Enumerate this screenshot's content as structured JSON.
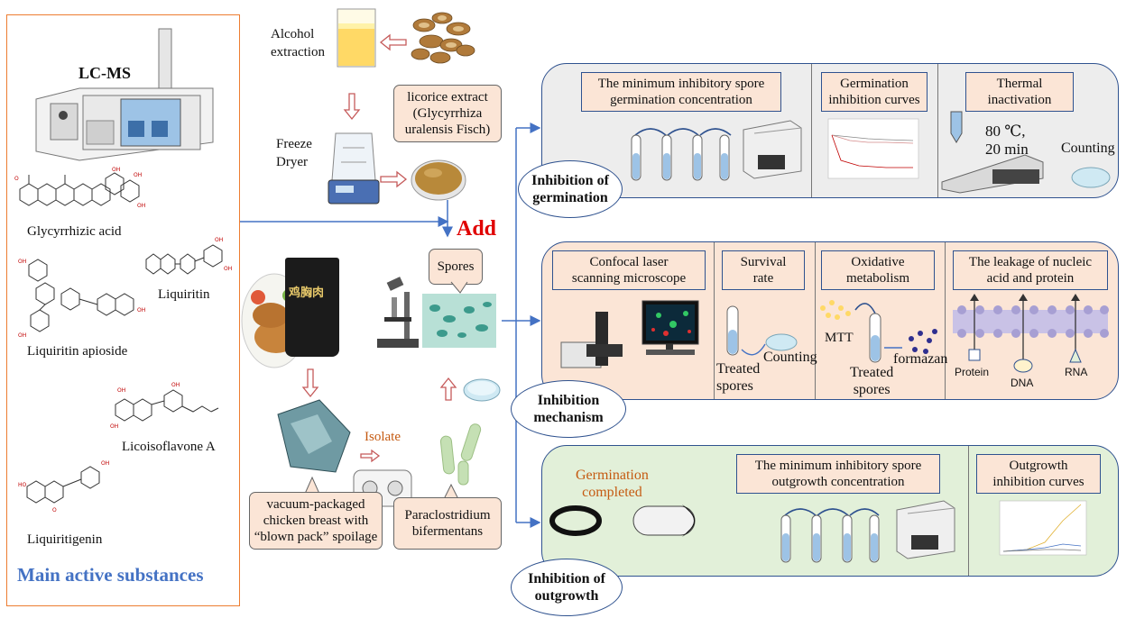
{
  "left_panel": {
    "instrument": "LC-MS",
    "compounds": [
      "Glycyrrhizic acid",
      "Liquiritin",
      "Liquiritin apioside",
      "Licoisoflavone A",
      "Liquiritigenin"
    ],
    "title": "Main active substances"
  },
  "process": {
    "alcohol_extraction": "Alcohol\nextraction",
    "licorice_extract": "licorice extract\n(Glycyrrhiza\nuralensis Fisch)",
    "freeze_dryer": "Freeze\nDryer",
    "add": "Add",
    "spores": "Spores",
    "isolate": "Isolate",
    "chicken_label": "vacuum-packaged\nchicken breast with\n“blown pack” spoilage",
    "bacterium": "Paraclostridium\nbifermentans",
    "package_text": "鸡胸肉"
  },
  "germination": {
    "label": "Inhibition of\ngermination",
    "headers": [
      "The minimum inhibitory spore\ngermination concentration",
      "Germination\ninhibition curves",
      "Thermal\ninactivation"
    ],
    "heat_condition": "80 ℃,\n20 min",
    "counting": "Counting"
  },
  "mechanism": {
    "label": "Inhibition\nmechanism",
    "headers": [
      "Confocal laser\nscanning microscope",
      "Survival\nrate",
      "Oxidative\nmetabolism",
      "The leakage of nucleic\nacid and protein"
    ],
    "treated_spores": "Treated\nspores",
    "counting": "Counting",
    "mtt": "MTT",
    "formazan": "formazan",
    "leakage_items": [
      "Protein",
      "DNA",
      "RNA"
    ]
  },
  "outgrowth": {
    "label": "Inhibition of\noutgrowth",
    "germination_completed": "Germination\ncompleted",
    "headers": [
      "The minimum inhibitory spore\noutgrowth concentration",
      "Outgrowth\ninhibition curves"
    ]
  },
  "colors": {
    "panel_border": "#2f528f",
    "germination_bg": "#ededed",
    "mechanism_bg": "#fbe5d6",
    "outgrowth_bg": "#e2f0d9",
    "arrow_blue": "#4472c4",
    "add_red": "#e00000",
    "title_blue": "#4472c4",
    "left_border": "#ed7d31",
    "hollow_arrow": "#c55a5a",
    "isolate_orange": "#c55a11"
  }
}
